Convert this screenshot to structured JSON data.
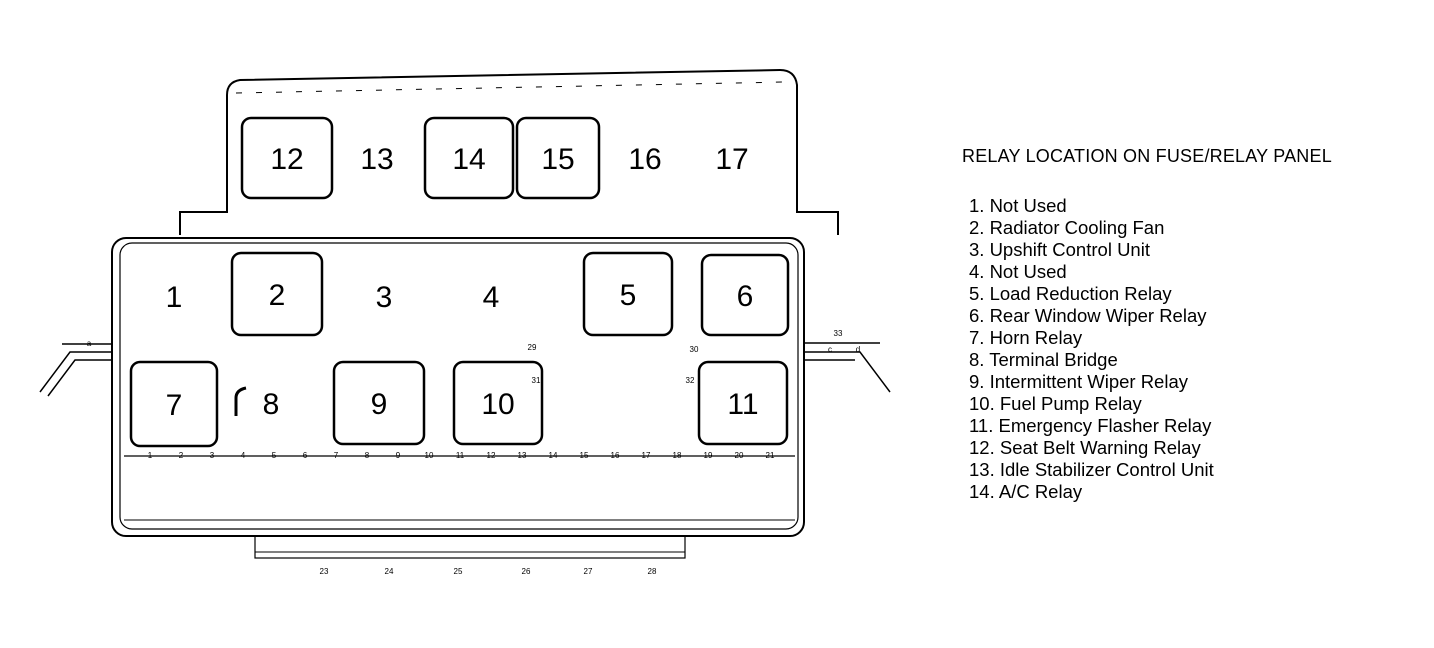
{
  "title": "RELAY LOCATION ON FUSE/RELAY PANEL",
  "legend": [
    "1. Not Used",
    "2. Radiator Cooling Fan",
    "3. Upshift Control Unit",
    "4. Not Used",
    "5. Load Reduction Relay",
    "6. Rear Window Wiper Relay",
    "7. Horn Relay",
    "8. Terminal Bridge",
    "9. Intermittent Wiper Relay",
    "10. Fuel Pump Relay",
    "11. Emergency Flasher Relay",
    "12. Seat Belt Warning Relay",
    "13. Idle Stabilizer Control Unit",
    "14. A/C Relay"
  ],
  "upper_block": [
    {
      "label": "12",
      "boxed": true
    },
    {
      "label": "13",
      "boxed": false
    },
    {
      "label": "14",
      "boxed": true
    },
    {
      "label": "15",
      "boxed": true
    },
    {
      "label": "16",
      "boxed": false
    },
    {
      "label": "17",
      "boxed": false
    }
  ],
  "middle_row": [
    {
      "label": "1",
      "boxed": false
    },
    {
      "label": "2",
      "boxed": true
    },
    {
      "label": "3",
      "boxed": false
    },
    {
      "label": "4",
      "boxed": false
    },
    {
      "label": "5",
      "boxed": true
    },
    {
      "label": "6",
      "boxed": true
    }
  ],
  "lower_row": [
    {
      "label": "7",
      "boxed": true
    },
    {
      "label": "8",
      "boxed": false
    },
    {
      "label": "9",
      "boxed": true
    },
    {
      "label": "10",
      "boxed": true
    },
    {
      "label": "11",
      "boxed": true
    }
  ],
  "fuse_numbers": [
    "1",
    "2",
    "3",
    "4",
    "5",
    "6",
    "7",
    "8",
    "9",
    "10",
    "11",
    "12",
    "13",
    "14",
    "15",
    "16",
    "17",
    "18",
    "19",
    "20",
    "21"
  ],
  "bottom_numbers": [
    "23",
    "24",
    "25",
    "26",
    "27",
    "28"
  ],
  "misc_labels": [
    "29",
    "30",
    "31",
    "32",
    "33",
    "a",
    "c",
    "d"
  ]
}
